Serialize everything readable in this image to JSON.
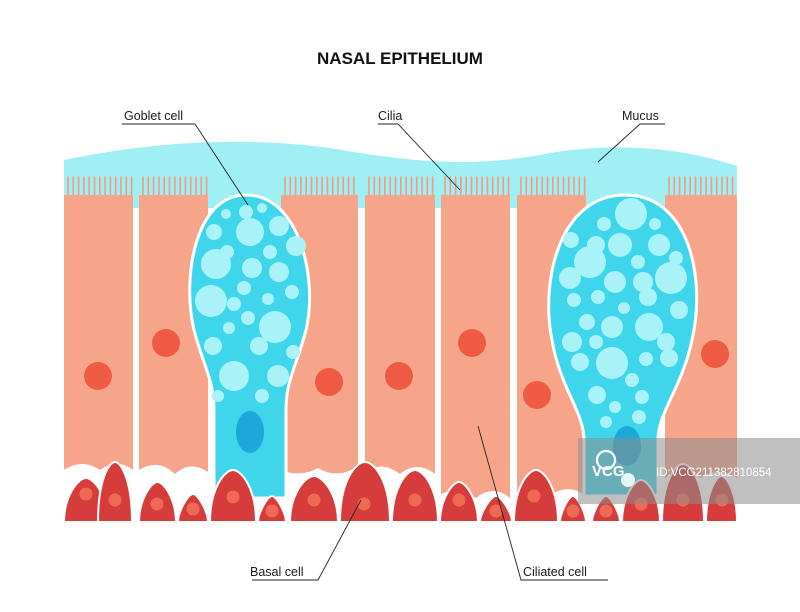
{
  "title": "NASAL EPITHELIUM",
  "labels": {
    "goblet_cell": "Goblet cell",
    "cilia": "Cilia",
    "mucus": "Mucus",
    "basal_cell": "Basal cell",
    "ciliated_cell": "Ciliated cell"
  },
  "watermark": {
    "logo": "VCG",
    "id": "ID:VCG211382810854"
  },
  "colors": {
    "mucus": "#9ff0f4",
    "goblet": "#3fd6ec",
    "goblet_vesicle": "#a8f2f8",
    "goblet_nucleus": "#1ca8d8",
    "ciliated_cell": "#f7a58a",
    "ciliated_nucleus": "#ee5a44",
    "basal_cell": "#d63c3c",
    "basal_nucleus": "#ee6a52"
  }
}
